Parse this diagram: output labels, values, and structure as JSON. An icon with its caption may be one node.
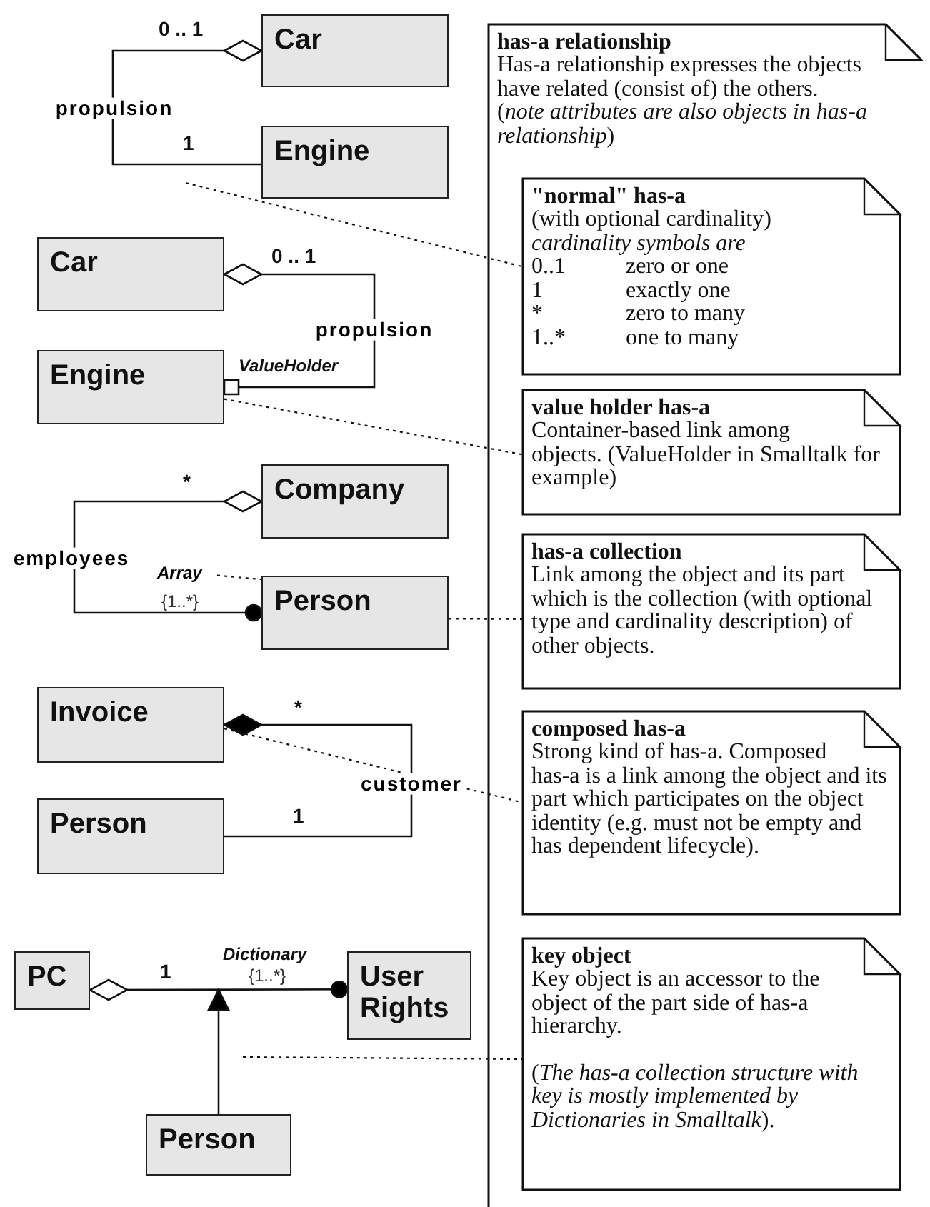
{
  "diagram": {
    "nodes": [
      {
        "text": [
          "Car"
        ]
      },
      {
        "text": [
          "Engine"
        ]
      },
      {
        "text": [
          "Car"
        ]
      },
      {
        "text": [
          "Engine"
        ]
      },
      {
        "text": [
          "Company"
        ]
      },
      {
        "text": [
          "Person"
        ]
      },
      {
        "text": [
          "Invoice"
        ]
      },
      {
        "text": [
          "Person"
        ]
      },
      {
        "text": [
          "PC"
        ]
      },
      {
        "text": [
          "User Rights"
        ]
      },
      {
        "text": [
          "Person"
        ]
      },
      {
        "text": [
          "has-a relationship",
          "Has-a relationship expresses the objects have related (consist of) the others.",
          "(*note attributes are also objects in has-a relationship*)"
        ]
      },
      {
        "text": [
          "\"normal\" has-a",
          "(with optional cardinality)",
          "cardinality symbols are",
          "0..1",
          "zero or one",
          "1",
          "exactly one",
          "*",
          "zero to many",
          "1..*",
          "one to many"
        ],
        "in": 11
      },
      {
        "text": [
          "value holder has-a",
          "Container-based link among objects. (ValueHolder in Smalltalk for example)"
        ],
        "in": 11
      },
      {
        "text": [
          "has-a collection",
          "Link among the object and its part which is the collection (with optional type and cardinality description) of other objects."
        ],
        "in": 11
      },
      {
        "text": [
          "composed has-a",
          "Strong kind of has-a. Composed has-a is a link among the object and its part which participates on the object identity (e.g. must not be empty and has dependent lifecycle)."
        ],
        "in": 11
      },
      {
        "text": [
          "key object",
          "Key object is an accessor to the object of the part side of has-a hierarchy.",
          "(*The has-a collection structure with key is mostly implemented by Dictionaries in Smalltalk*)."
        ],
        "in": 11
      },
      {
        "text": [
          "Array"
        ]
      }
    ],
    "edges": [
      {
        "from": 0,
        "to": 1,
        "arrow": "other",
        "label": "propulsion"
      },
      {
        "from": 2,
        "to": 3,
        "arrow": "other",
        "label": "propulsion"
      },
      {
        "from": 4,
        "to": 5,
        "arrow": "other",
        "label": "employees"
      },
      {
        "from": 6,
        "to": 7,
        "arrow": "other",
        "label": "customer"
      },
      {
        "from": 8,
        "to": 9,
        "arrow": "other"
      },
      {
        "from": 10,
        "to": null,
        "arrow": "to"
      },
      {
        "from": null,
        "to": 12,
        "arrow": "none",
        "style": "dashed"
      },
      {
        "from": 3,
        "to": 13,
        "arrow": "none",
        "style": "dashed"
      },
      {
        "from": 5,
        "to": 14,
        "arrow": "none",
        "style": "dashed"
      },
      {
        "from": 6,
        "to": 15,
        "arrow": "none",
        "style": "dashed"
      },
      {
        "from": null,
        "to": 16,
        "arrow": "none",
        "style": "dashed"
      },
      {
        "from": 17,
        "to": 5,
        "arrow": "none",
        "style": "dashed"
      }
    ],
    "labels": [
      "0 .. 1",
      "1",
      "0 .. 1",
      "ValueHolder",
      "*",
      "{1..*}",
      "*",
      "1",
      "1",
      "Dictionary",
      "{1..*}"
    ]
  }
}
